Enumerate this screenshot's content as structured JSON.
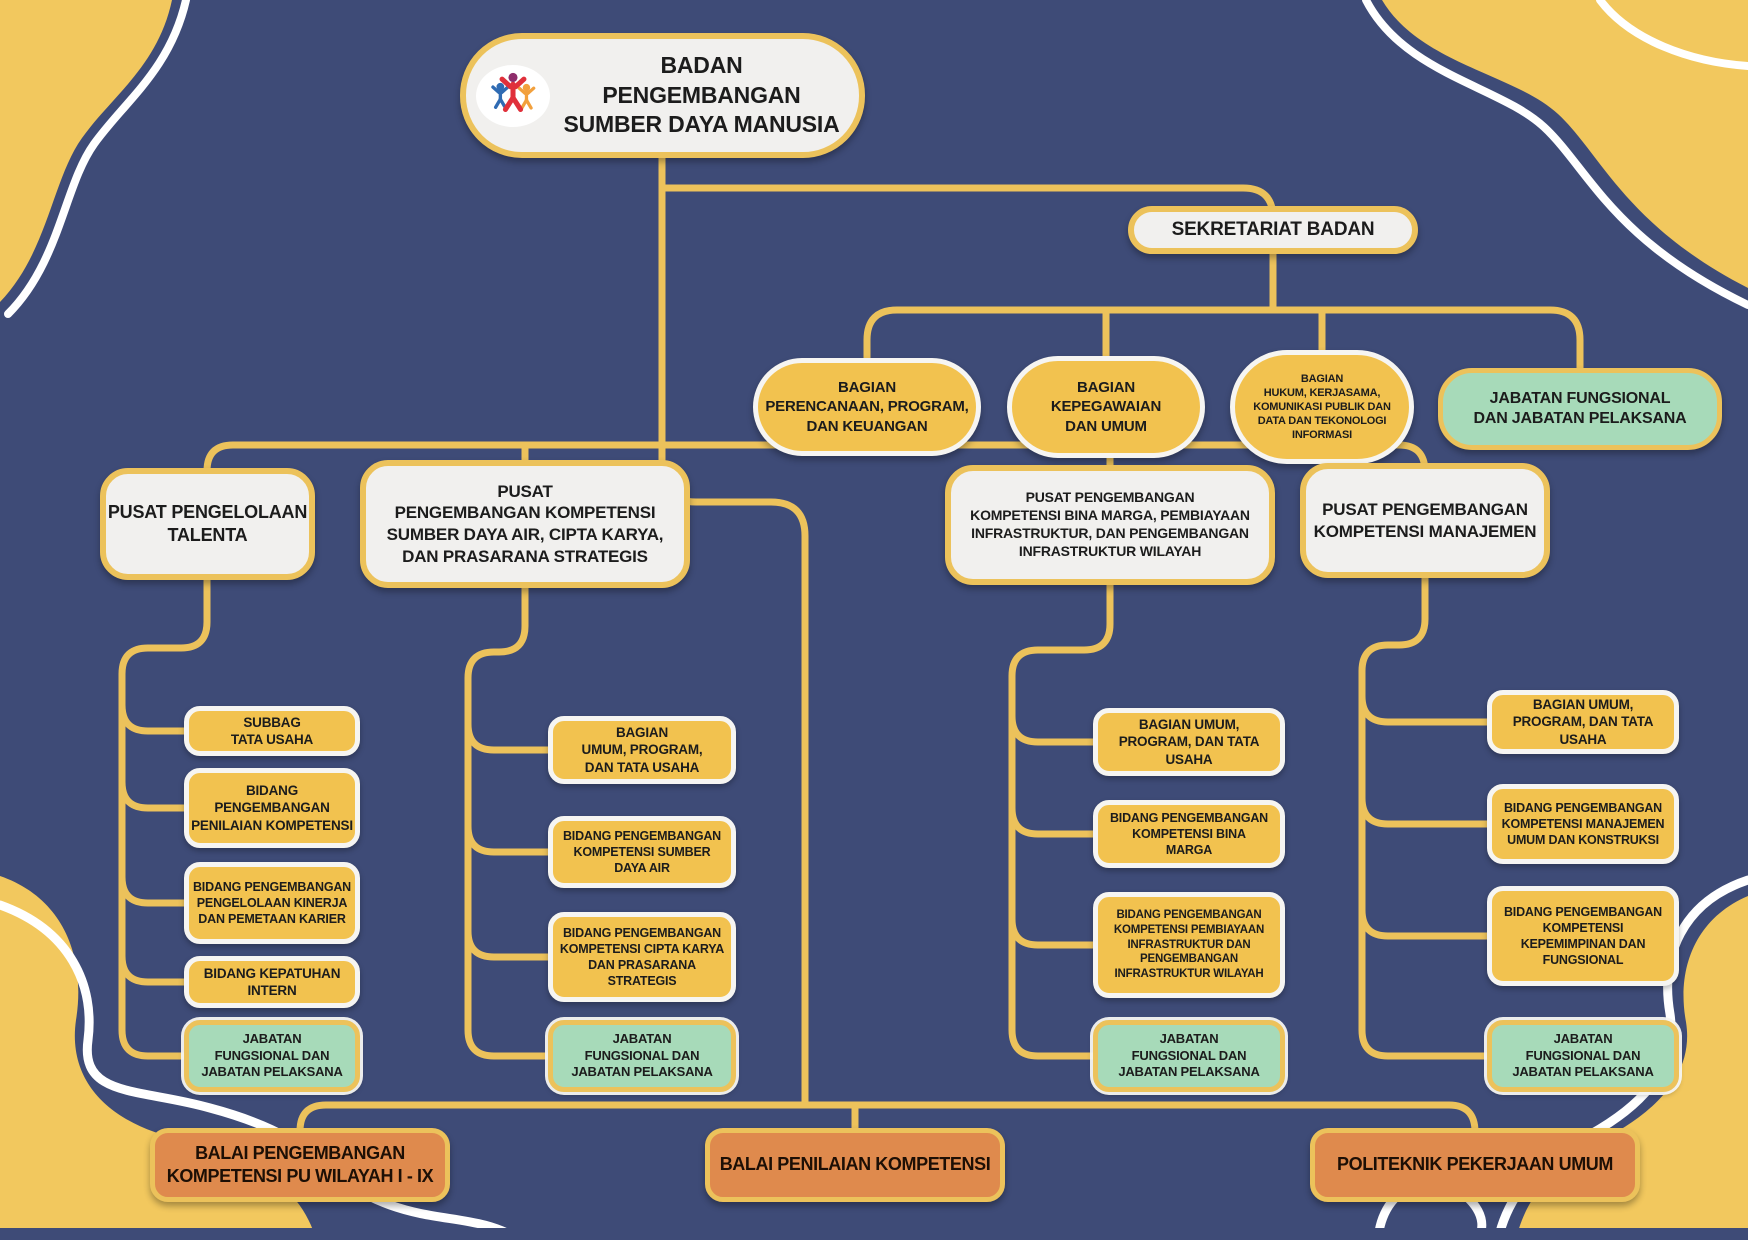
{
  "colors": {
    "background": "#3E4B77",
    "connector": "#ECC25B",
    "box_yellow": "#F2C24F",
    "box_green": "#A7DAB9",
    "box_orange": "#DF8A4D",
    "box_light": "#F1F0EE",
    "logo_blue": "#2F6BB3",
    "logo_red": "#E0303B",
    "logo_orange": "#F2A03D"
  },
  "root": {
    "label": "BADAN PENGEMBANGAN\nSUMBER DAYA MANUSIA"
  },
  "sekretariat": {
    "label": "SEKRETARIAT BADAN"
  },
  "bagian": [
    {
      "label": "BAGIAN\nPERENCANAAN, PROGRAM,\nDAN KEUANGAN"
    },
    {
      "label": "BAGIAN\nKEPEGAWAIAN\nDAN UMUM"
    },
    {
      "label": "BAGIAN\nHUKUM, KERJASAMA,\nKOMUNIKASI PUBLIK DAN\nDATA DAN TEKONOLOGI\nINFORMASI"
    },
    {
      "label": "JABATAN FUNGSIONAL\nDAN JABATAN PELAKSANA"
    }
  ],
  "pusat": [
    {
      "label": "PUSAT PENGELOLAAN\nTALENTA"
    },
    {
      "label": "PUSAT\nPENGEMBANGAN KOMPETENSI\nSUMBER DAYA AIR, CIPTA KARYA,\nDAN PRASARANA STRATEGIS"
    },
    {
      "label": "PUSAT PENGEMBANGAN\nKOMPETENSI BINA MARGA, PEMBIAYAAN\nINFRASTRUKTUR, DAN PENGEMBANGAN\nINFRASTRUKTUR WILAYAH"
    },
    {
      "label": "PUSAT PENGEMBANGAN\nKOMPETENSI MANAJEMEN"
    }
  ],
  "columns": [
    {
      "children": [
        {
          "label": "SUBBAG\nTATA USAHA"
        },
        {
          "label": "BIDANG\nPENGEMBANGAN\nPENILAIAN KOMPETENSI"
        },
        {
          "label": "BIDANG PENGEMBANGAN\nPENGELOLAAN KINERJA\nDAN PEMETAAN KARIER"
        },
        {
          "label": "BIDANG KEPATUHAN\nINTERN"
        },
        {
          "label": "JABATAN\nFUNGSIONAL DAN\nJABATAN PELAKSANA"
        }
      ]
    },
    {
      "children": [
        {
          "label": "BAGIAN\nUMUM, PROGRAM,\nDAN TATA USAHA"
        },
        {
          "label": "BIDANG PENGEMBANGAN\nKOMPETENSI SUMBER\nDAYA AIR"
        },
        {
          "label": "BIDANG PENGEMBANGAN\nKOMPETENSI CIPTA KARYA\nDAN PRASARANA\nSTRATEGIS"
        },
        {
          "label": "JABATAN\nFUNGSIONAL DAN\nJABATAN PELAKSANA"
        }
      ]
    },
    {
      "children": [
        {
          "label": "BAGIAN UMUM,\nPROGRAM, DAN TATA\nUSAHA"
        },
        {
          "label": "BIDANG PENGEMBANGAN\nKOMPETENSI BINA\nMARGA"
        },
        {
          "label": "BIDANG PENGEMBANGAN\nKOMPETENSI PEMBIAYAAN\nINFRASTRUKTUR DAN\nPENGEMBANGAN\nINFRASTRUKTUR WILAYAH"
        },
        {
          "label": "JABATAN\nFUNGSIONAL DAN\nJABATAN PELAKSANA"
        }
      ]
    },
    {
      "children": [
        {
          "label": "BAGIAN UMUM,\nPROGRAM, DAN TATA\nUSAHA"
        },
        {
          "label": "BIDANG PENGEMBANGAN\nKOMPETENSI MANAJEMEN\nUMUM DAN KONSTRUKSI"
        },
        {
          "label": "BIDANG PENGEMBANGAN\nKOMPETENSI\nKEPEMIMPINAN DAN\nFUNGSIONAL"
        },
        {
          "label": "JABATAN\nFUNGSIONAL DAN\nJABATAN PELAKSANA"
        }
      ]
    }
  ],
  "balai": [
    {
      "label": "BALAI PENGEMBANGAN\nKOMPETENSI PU WILAYAH I - IX"
    },
    {
      "label": "BALAI PENILAIAN KOMPETENSI"
    },
    {
      "label": "POLITEKNIK PEKERJAAN UMUM"
    }
  ]
}
